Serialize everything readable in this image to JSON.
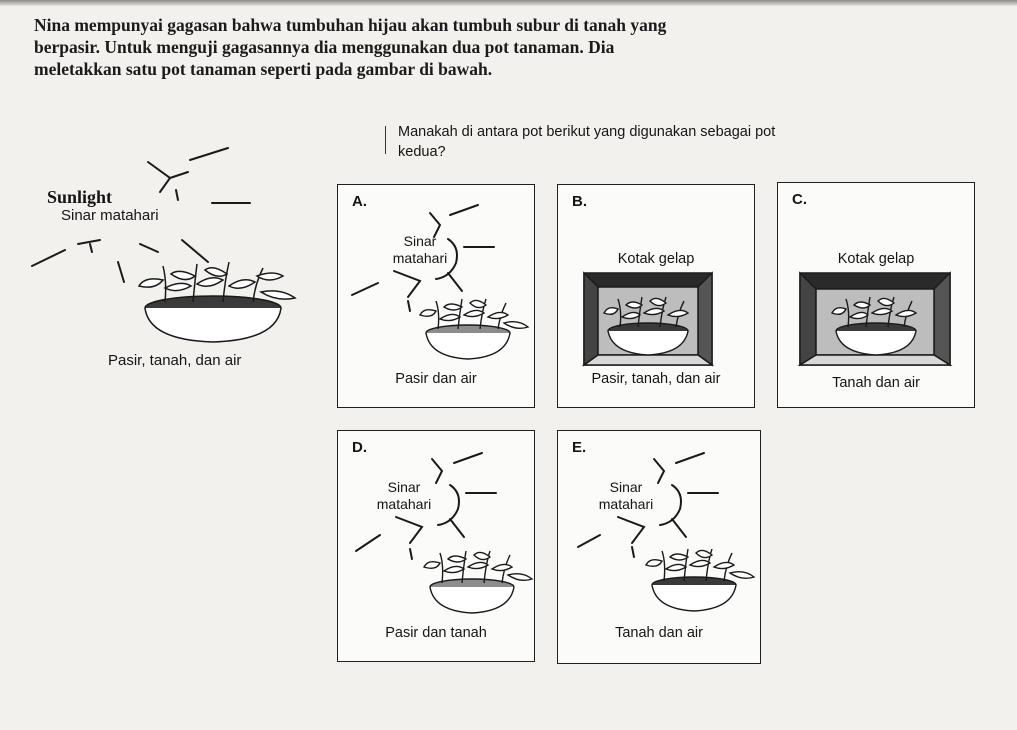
{
  "intro": {
    "line1": "Nina mempunyai gagasan bahwa tumbuhan hijau akan tumbuh subur di tanah yang",
    "line2": "berpasir. Untuk menguji  gagasannya dia menggunakan dua pot tanaman. Dia",
    "line3": "meletakkan satu pot tanaman seperti pada gambar di bawah."
  },
  "question": {
    "line1": "Manakah di antara pot berikut yang digunakan sebagai pot",
    "line2": "kedua?"
  },
  "given": {
    "sunlight_en": "Sunlight",
    "sunlight_id": "Sinar matahari",
    "caption": "Pasir, tanah, dan air"
  },
  "options": [
    {
      "letter": "A.",
      "sun_line1": "Sinar",
      "sun_line2": "matahari",
      "caption": "Pasir dan air"
    },
    {
      "letter": "B.",
      "box_label": "Kotak gelap",
      "caption": "Pasir, tanah, dan air"
    },
    {
      "letter": "C.",
      "box_label": "Kotak gelap",
      "caption": "Tanah dan air"
    },
    {
      "letter": "D.",
      "sun_line1": "Sinar",
      "sun_line2": "matahari",
      "caption": "Pasir dan tanah"
    },
    {
      "letter": "E.",
      "sun_line1": "Sinar",
      "sun_line2": "matahari",
      "caption": "Tanah dan air"
    }
  ],
  "colors": {
    "ink": "#151515",
    "paper": "#f3f1ee",
    "dark_box": "#2a2a2a",
    "soil_dark": "#3a3a3a",
    "soil_grey": "#8c8c8c"
  },
  "icons": [
    "sun-icon",
    "plant-pot-icon",
    "dark-box-icon"
  ]
}
